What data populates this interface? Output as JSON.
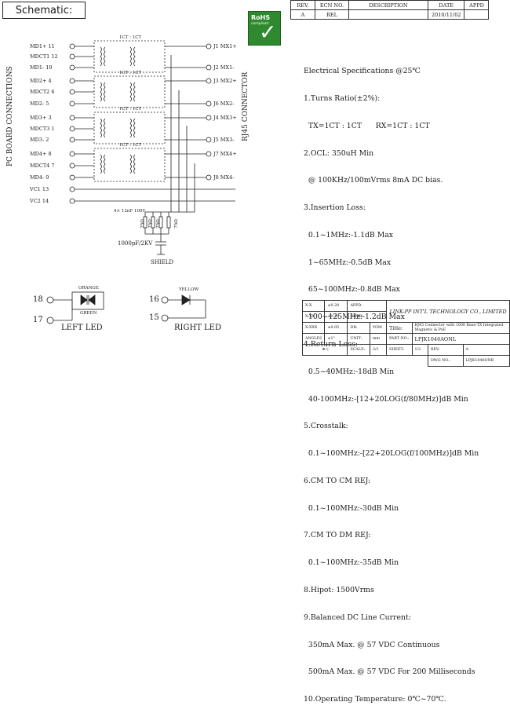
{
  "header": {
    "schematic_label": "Schematic:"
  },
  "revision_table": {
    "headers": [
      "REV.",
      "ECN NO.",
      "DESCRIPTION",
      "DATE",
      "APPD"
    ],
    "row": [
      "A",
      "REL",
      "",
      "2010/11/02",
      ""
    ]
  },
  "rohs": {
    "title": "RoHS",
    "subtitle": "compliant"
  },
  "pins_left": [
    "MD1+ 11",
    "MDCT1 12",
    "MD1- 10",
    "MD2+ 4",
    "MDCT2 6",
    "MD2- 5",
    "MD3+ 3",
    "MDCT3 1",
    "MD3- 2",
    "MD4+ 8",
    "MDCT4 7",
    "MD4- 9",
    "VC1 13",
    "VC2 14"
  ],
  "pins_right": [
    "J1 MX1+",
    "J2 MX1-",
    "J3 MX2+",
    "J6 MX2-",
    "J4 MX3+",
    "J5 MX3-",
    "J7 MX4+",
    "J8 MX4-"
  ],
  "ratio_labels": [
    "1CT : 1CT",
    "1CT : 1CT",
    "1CT : 1CT",
    "1CT : 1CT"
  ],
  "side_left": "PC BOARD CONNECTIONS",
  "side_right": "RJ45 CONNECTOR",
  "resistor_note": "4× 12nF 100V",
  "resistor_vals": [
    "75Ω",
    "75Ω",
    "75Ω",
    "75Ω"
  ],
  "cap_label": "1000pF/2KV",
  "shield_label": "SHIELD",
  "left_led": {
    "pin_a": "18",
    "pin_b": "17",
    "color_top": "ORANGE",
    "color_bottom": "GREEN",
    "label": "LEFT LED"
  },
  "right_led": {
    "pin_a": "16",
    "pin_b": "15",
    "color": "YELLOW",
    "label": "RIGHT LED"
  },
  "specs": [
    "Electrical Specifications @25℃",
    "1.Turns Ratio(±2%):",
    "  TX=1CT : 1CT      RX=1CT : 1CT",
    "2.OCL: 350uH Min",
    "  @ 100KHz/100mVrms 8mA DC bias.",
    "3.Insertion Loss:",
    "  0.1~1MHz:-1.1dB Max",
    "  1~65MHz:-0.5dB Max",
    "  65~100MHz:-0.8dB Max",
    "  100~125MHz:-1.2dB Max",
    "4.Return Loss:",
    "  0.5~40MHz:-18dB Min",
    "  40-100MHz:-[12+20LOG(f/80MHz)]dB Min",
    "5.Crosstalk:",
    "  0.1~100MHz:-[22+20LOG(f/100MHz)]dB Min",
    "6.CM TO CM REJ:",
    "  0.1~100MHz:-30dB Min",
    "7.CM TO DM REJ:",
    "  0.1~100MHz:-35dB Min",
    "8.Hipot: 1500Vrms",
    "9.Balanced DC Line Current:",
    "  350mA Max. @ 57 VDC Continuous",
    "  500mA Max. @ 57 VDC For 200 Milliseconds",
    "10.Operating Temperature: 0℃~70℃."
  ],
  "title_block": {
    "tol_x": "X:X",
    "tol_x_val": "±0.20",
    "tol_xx": "X:XX",
    "tol_xx_val": "±0.10",
    "tol_xxx": "X:XXX",
    "tol_xxx_val": "±0.05",
    "angles": "ANGLES",
    "angles_val": "±1°",
    "appd": "APPD:",
    "chkd": "CHKD:",
    "dr": "DR:",
    "dr_val": "YOM",
    "unit": "UNIT:",
    "unit_val": "mm",
    "company": "LINK-PP INT'L TECHNOLOGY CO., LIMITED",
    "title_label": "Title:",
    "title_value": "RJ45 Connector with 1000 Base-TX Integrated Magnetic & PoE",
    "part_label": "PART NO.:",
    "part_value": "LPJK1046AONL",
    "scale_label": "SCALE:",
    "scale_value": "2/1",
    "sheet_label": "SHEET:",
    "sheet_value": "1/2",
    "rev_label": "REV:",
    "rev_value": "A",
    "dwg_label": "DWG NO.:",
    "dwg_value": "LPJK1046ONB"
  }
}
